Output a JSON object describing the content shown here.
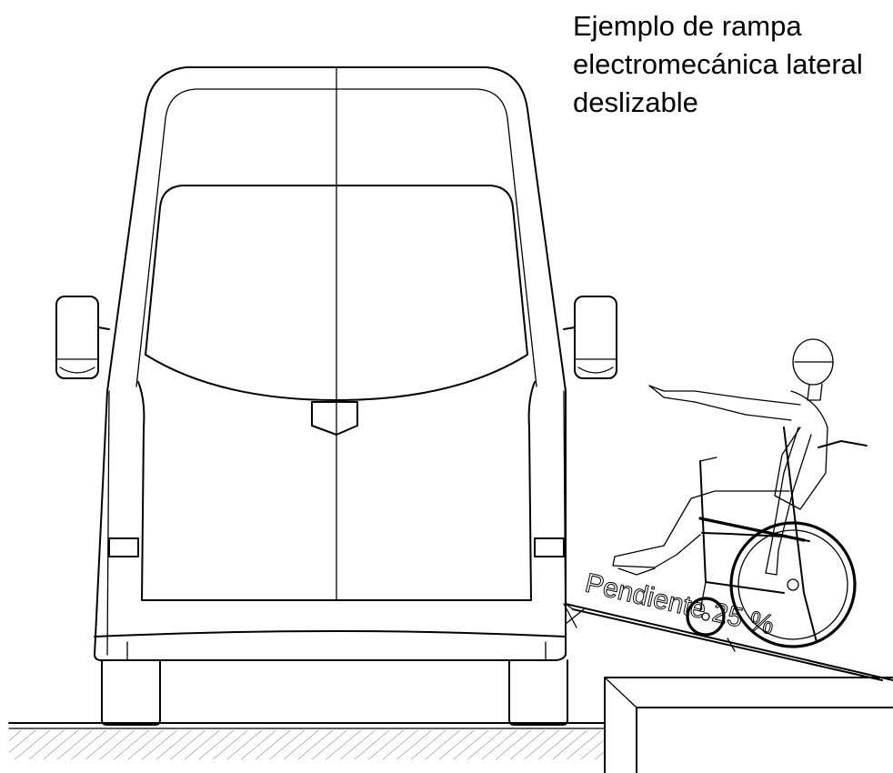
{
  "caption": {
    "line1": "Ejemplo de rampa",
    "line2": "electromecánica lateral",
    "line3": "deslizable"
  },
  "ramp": {
    "slope_label": "Pendiente 25 %"
  },
  "colors": {
    "ink": "#000000",
    "paper": "#ffffff",
    "hatch": "#777777"
  }
}
